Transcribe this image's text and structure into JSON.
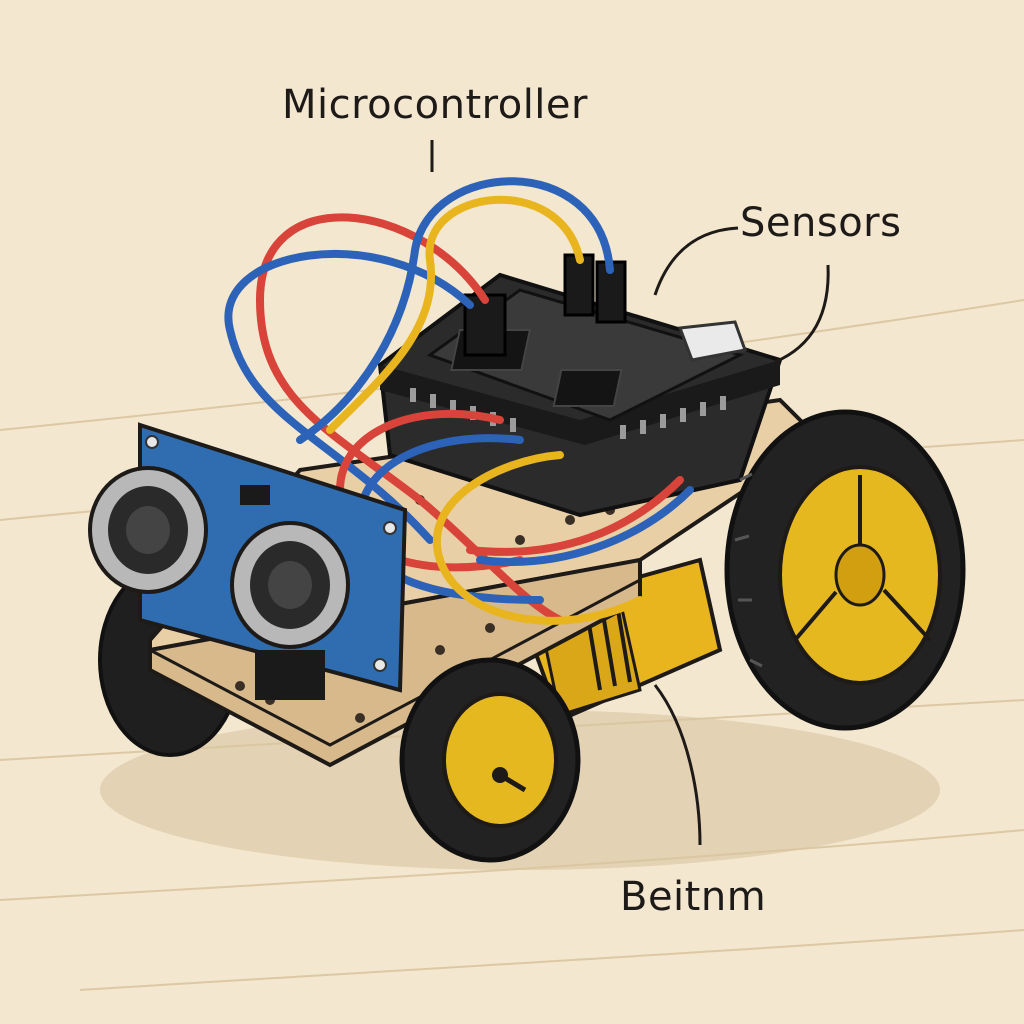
{
  "labels": {
    "microcontroller": "Microcontroller",
    "sensors": "Sensors",
    "bottom": "Beitnm"
  },
  "colors": {
    "background": "#f3e7cf",
    "board": "#2b2b2b",
    "sensor_board": "#2f6db0",
    "wheel_hub": "#e6b820",
    "tire": "#222222",
    "chassis": "#e9cfa6",
    "wire_red": "#d8433a",
    "wire_blue": "#2c62b8",
    "wire_yellow": "#e8b51f"
  }
}
